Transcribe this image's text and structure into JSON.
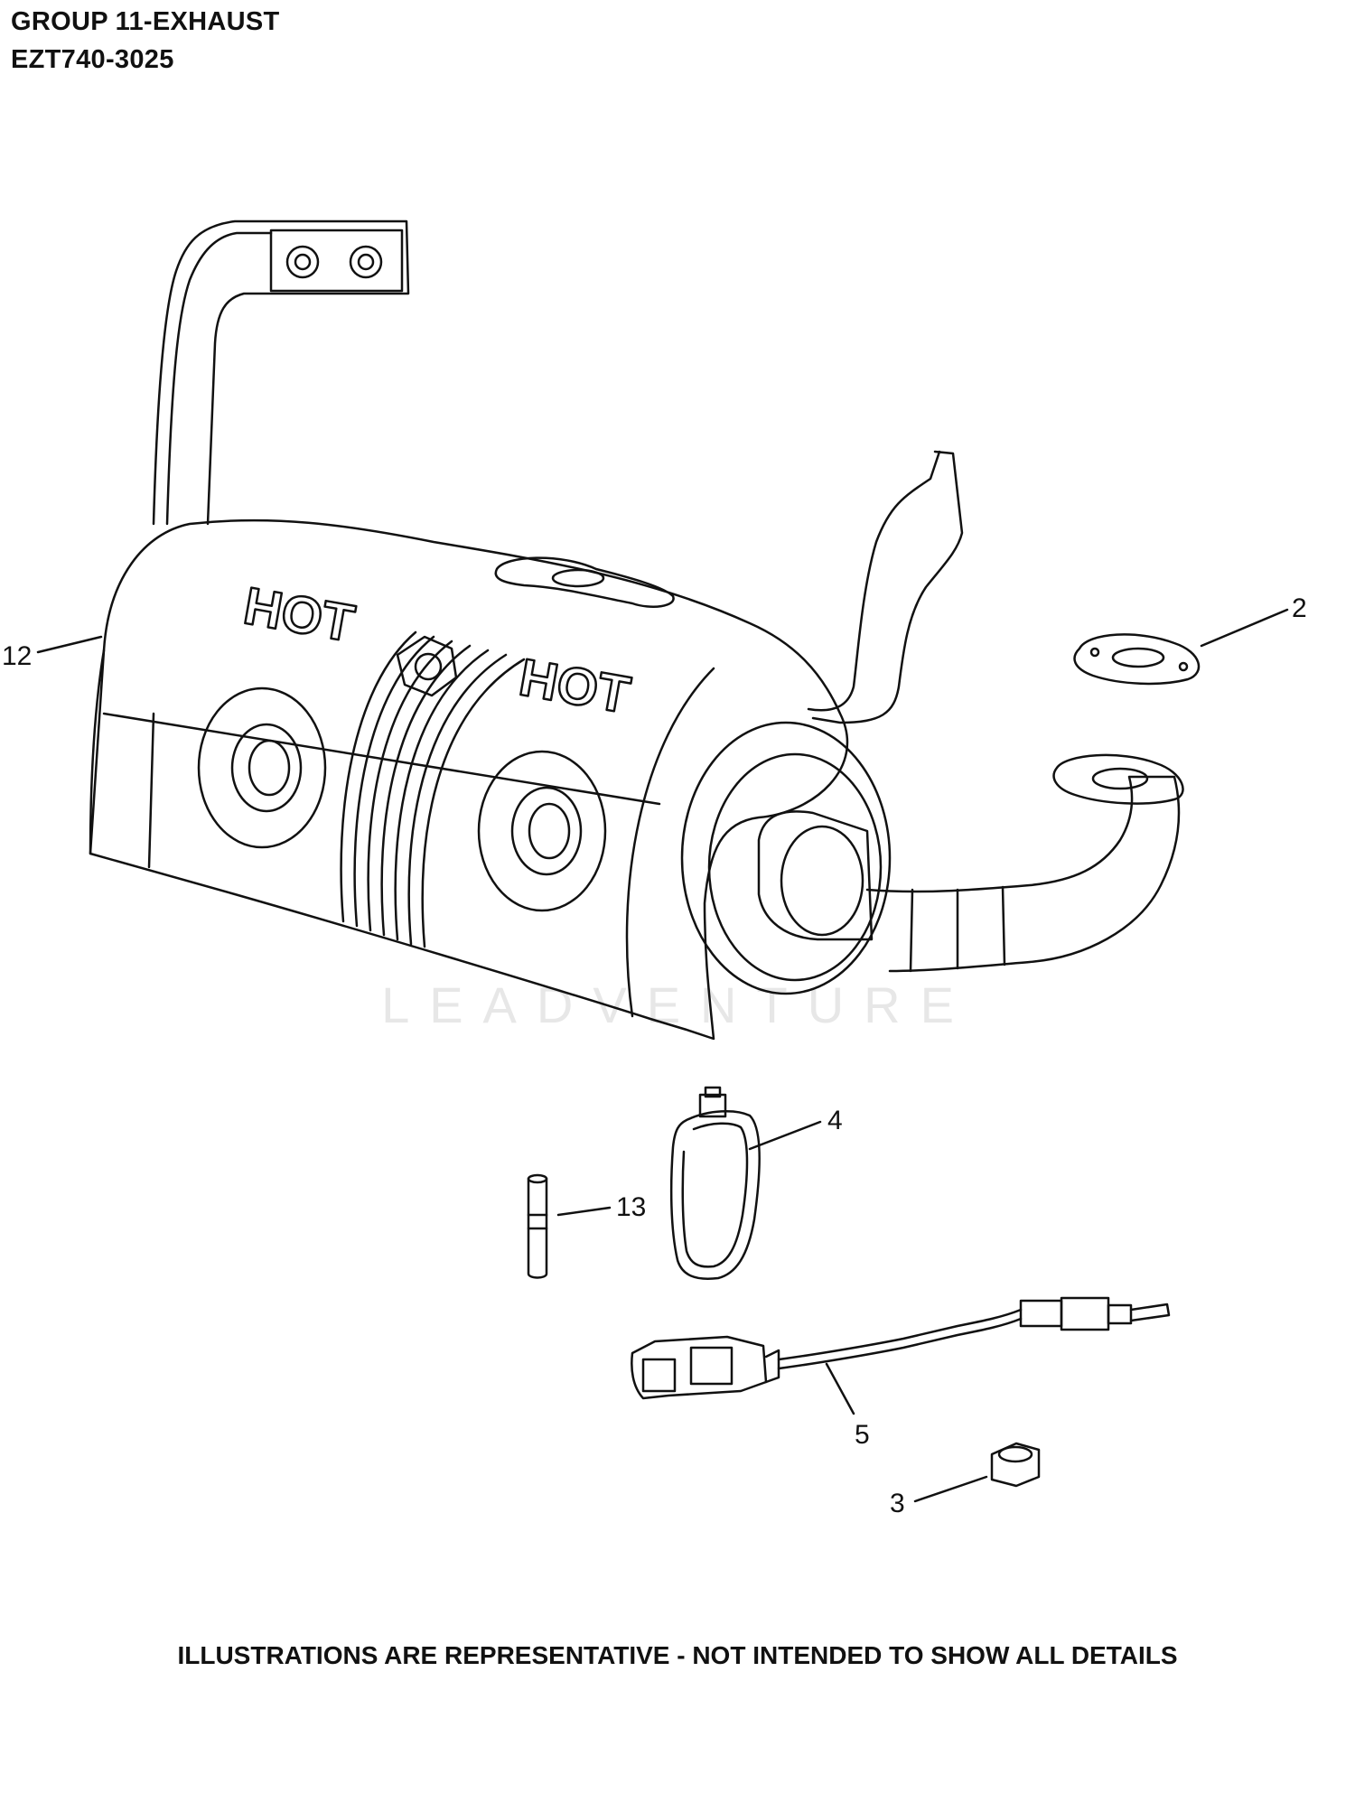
{
  "header": {
    "title": "GROUP 11-EXHAUST",
    "model": "EZT740-3025"
  },
  "callouts": [
    {
      "id": "12",
      "label": "12"
    },
    {
      "id": "2",
      "label": "2"
    },
    {
      "id": "4",
      "label": "4"
    },
    {
      "id": "13",
      "label": "13"
    },
    {
      "id": "5",
      "label": "5"
    },
    {
      "id": "3",
      "label": "3"
    }
  ],
  "muffler_text": [
    "HOT",
    "HOT"
  ],
  "watermark": "LEADVENTURE",
  "footer": "ILLUSTRATIONS ARE REPRESENTATIVE - NOT INTENDED TO SHOW ALL DETAILS"
}
